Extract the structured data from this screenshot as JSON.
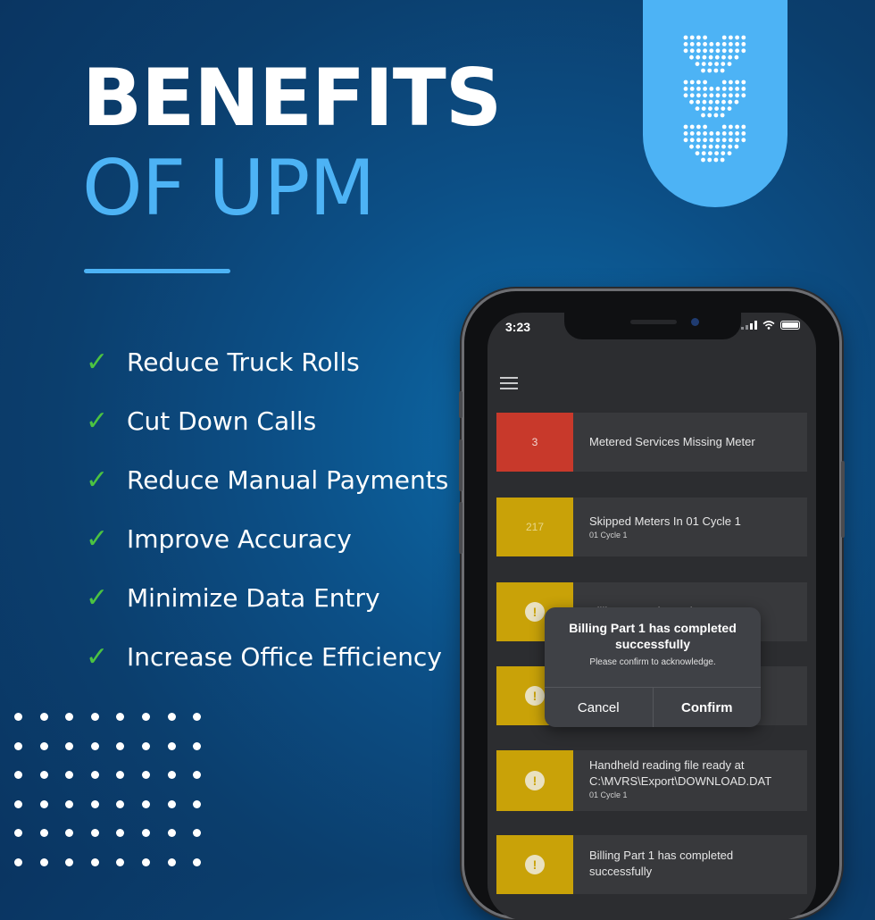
{
  "headline": {
    "line1": "BENEFITS",
    "line2": "OF UPM"
  },
  "benefits": [
    {
      "icon": "checkmark-icon",
      "label": "Reduce Truck Rolls"
    },
    {
      "icon": "checkmark-icon",
      "label": "Cut Down Calls"
    },
    {
      "icon": "checkmark-icon",
      "label": "Reduce Manual Payments"
    },
    {
      "icon": "checkmark-icon",
      "label": "Improve Accuracy"
    },
    {
      "icon": "checkmark-icon",
      "label": "Minimize Data Entry"
    },
    {
      "icon": "checkmark-icon",
      "label": "Increase Office Efficiency"
    }
  ],
  "colors": {
    "accent": "#4db3f5",
    "check": "#4cc341",
    "tile_red": "#c8392b",
    "tile_yellow": "#c9a208"
  },
  "phone": {
    "status": {
      "time": "3:23"
    },
    "cards": [
      {
        "tile": "3",
        "tile_color": "red",
        "text": "Metered Services Missing Meter",
        "sub": ""
      },
      {
        "tile": "217",
        "tile_color": "yellow",
        "text": "Skipped Meters In 01 Cycle 1",
        "sub": "01 Cycle 1"
      },
      {
        "tile": "alert-icon",
        "tile_color": "yellow",
        "text": "Billing Part 2 is ready to start.",
        "sub": ""
      },
      {
        "tile": "alert-icon",
        "tile_color": "yellow",
        "text": "",
        "sub": ""
      },
      {
        "tile": "alert-icon",
        "tile_color": "yellow",
        "text": "Handheld reading file ready at",
        "text2": "C:\\MVRS\\Export\\DOWNLOAD.DAT",
        "sub": "01 Cycle 1"
      },
      {
        "tile": "alert-icon",
        "tile_color": "yellow",
        "text": "Billing Part 1 has completed",
        "text2": "successfully",
        "sub": ""
      }
    ],
    "dialog": {
      "title": "Billing Part 1 has completed successfully",
      "message": "Please confirm to acknowledge.",
      "cancel": "Cancel",
      "confirm": "Confirm"
    }
  }
}
